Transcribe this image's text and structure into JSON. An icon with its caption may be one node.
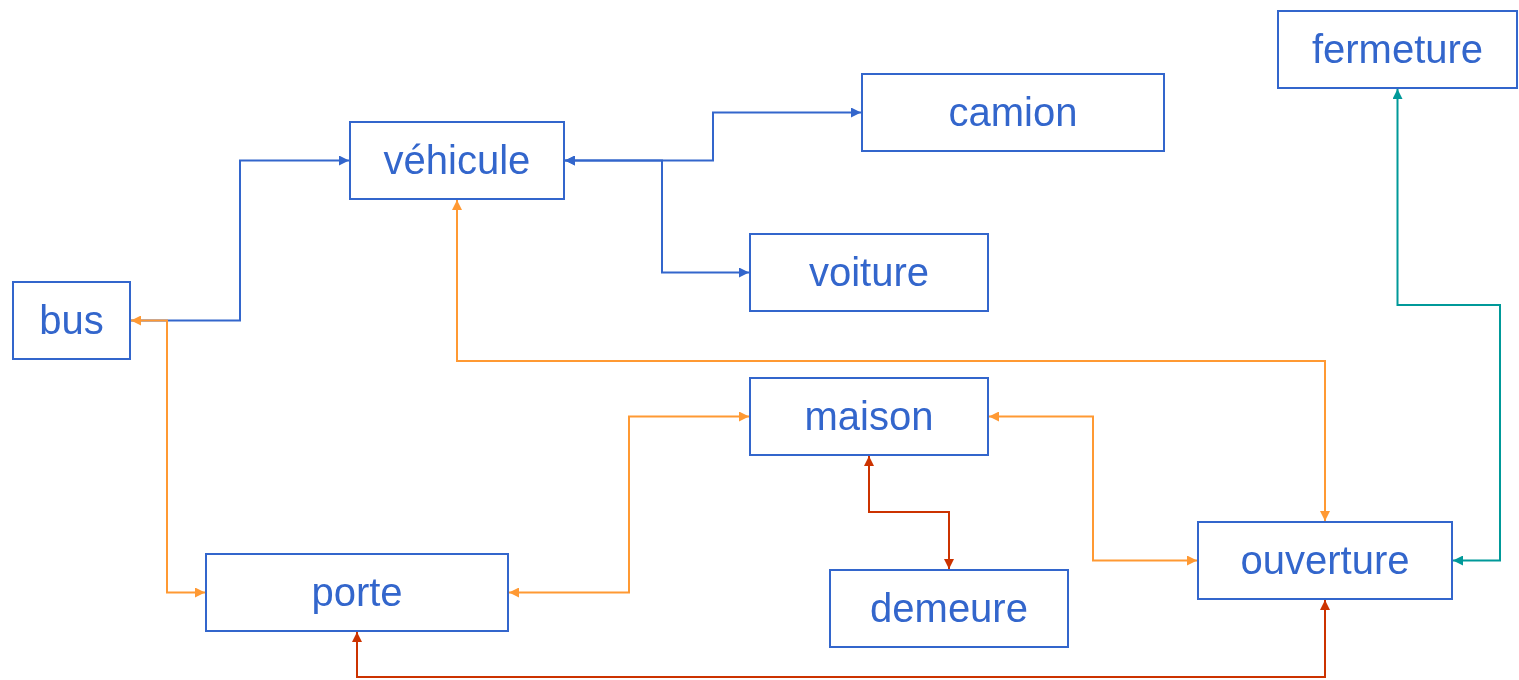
{
  "diagram": {
    "nodes": [
      {
        "text": [
          "fermeture"
        ]
      },
      {
        "text": [
          "camion"
        ]
      },
      {
        "text": [
          "véhicule"
        ]
      },
      {
        "text": [
          "voiture"
        ]
      },
      {
        "text": [
          "bus"
        ]
      },
      {
        "text": [
          "maison"
        ]
      },
      {
        "text": [
          "ouverture"
        ]
      },
      {
        "text": [
          "porte"
        ]
      },
      {
        "text": [
          "demeure"
        ]
      }
    ],
    "edges": [
      {
        "from": 2,
        "to": 1,
        "arrow": "both",
        "color": "#3366cc"
      },
      {
        "from": 2,
        "to": 3,
        "arrow": "both",
        "color": "#3366cc"
      },
      {
        "from": 4,
        "to": 2,
        "arrow": "to",
        "color": "#3366cc"
      },
      {
        "from": 4,
        "to": 7,
        "arrow": "both"
      },
      {
        "from": 2,
        "to": 6,
        "arrow": "both"
      },
      {
        "from": 7,
        "to": 5,
        "arrow": "both"
      },
      {
        "from": 5,
        "to": 6,
        "arrow": "both"
      },
      {
        "from": 5,
        "to": 8,
        "arrow": "both",
        "color": "#cc3300"
      },
      {
        "from": 7,
        "to": 6,
        "arrow": "both",
        "color": "#cc3300"
      },
      {
        "from": 6,
        "to": 0,
        "arrow": "both",
        "color": "#009999"
      }
    ]
  }
}
